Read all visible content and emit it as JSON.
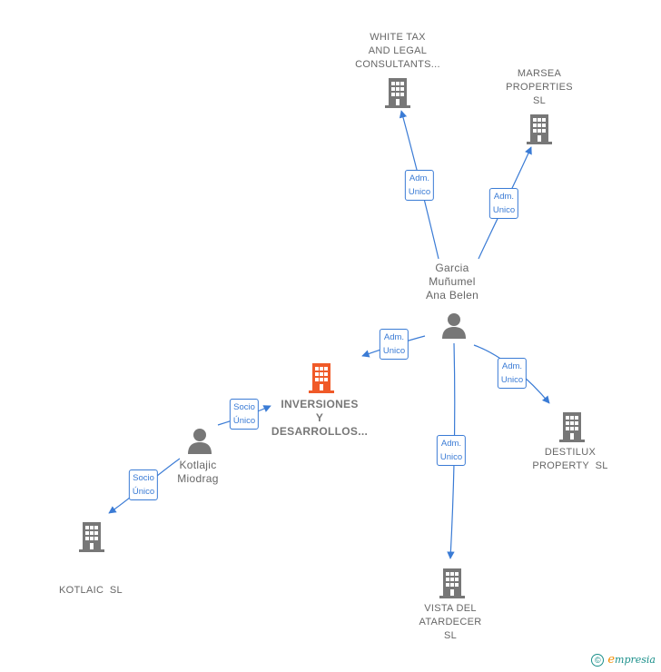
{
  "colors": {
    "edge": "#3a7bd5",
    "company": "#777777",
    "main_company": "#f05a28",
    "person": "#777777"
  },
  "nodes": {
    "white_tax": {
      "label": [
        "WHITE TAX",
        "AND LEGAL",
        "CONSULTANTS..."
      ],
      "icon": "building-icon"
    },
    "marsea": {
      "label": [
        "MARSEA",
        "PROPERTIES",
        "SL"
      ],
      "icon": "building-icon"
    },
    "garcia": {
      "label": [
        "Garcia",
        "Muñumel",
        "Ana Belen"
      ],
      "icon": "person-icon"
    },
    "inversiones": {
      "label": [
        "INVERSIONES",
        "Y",
        "DESARROLLOS..."
      ],
      "icon": "building-icon"
    },
    "destilux": {
      "label": [
        "DESTILUX",
        "PROPERTY  SL"
      ],
      "icon": "building-icon"
    },
    "kotlajic": {
      "label": [
        "Kotlajic",
        "Miodrag"
      ],
      "icon": "person-icon"
    },
    "kotlaic": {
      "label": [
        "KOTLAIC  SL"
      ],
      "icon": "building-icon"
    },
    "vista": {
      "label": [
        "VISTA DEL",
        "ATARDECER",
        "SL"
      ],
      "icon": "building-icon"
    }
  },
  "relations": {
    "garcia_white_tax": [
      "Adm.",
      "Unico"
    ],
    "garcia_marsea": [
      "Adm.",
      "Unico"
    ],
    "garcia_inversiones": [
      "Adm.",
      "Unico"
    ],
    "garcia_destilux": [
      "Adm.",
      "Unico"
    ],
    "garcia_vista": [
      "Adm.",
      "Unico"
    ],
    "kotlajic_inversiones": [
      "Socio",
      "Único"
    ],
    "kotlajic_kotlaic": [
      "Socio",
      "Único"
    ]
  },
  "footer": {
    "copyright": "©",
    "brand_initial": "e",
    "brand_rest": "mpresia"
  }
}
